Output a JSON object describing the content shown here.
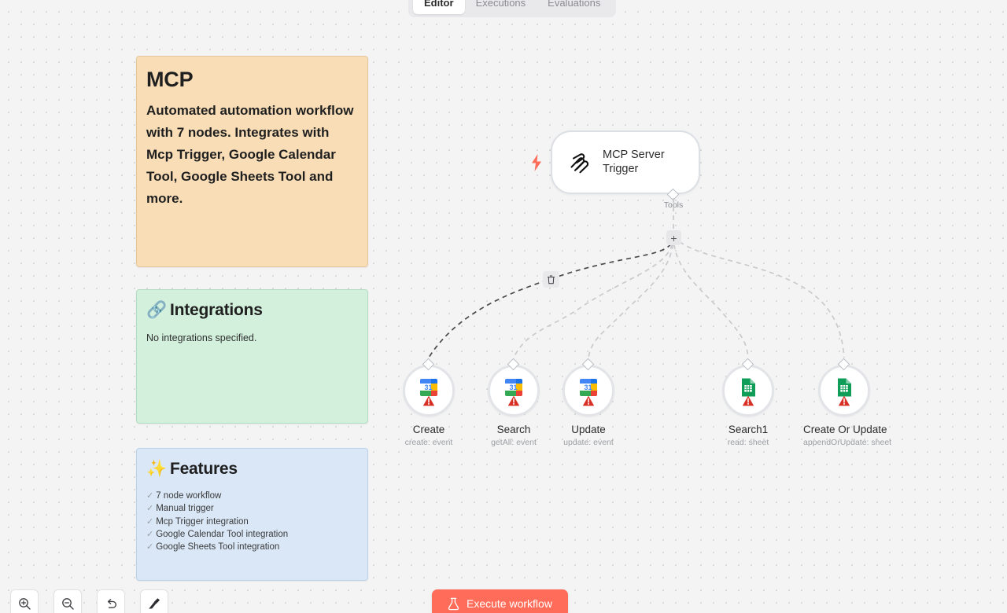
{
  "tabs": [
    {
      "label": "Editor",
      "active": true
    },
    {
      "label": "Executions",
      "active": false
    },
    {
      "label": "Evaluations",
      "active": false
    }
  ],
  "notes": {
    "mcp": {
      "title": "MCP",
      "body": "Automated automation workflow with 7 nodes. Integrates with Mcp Trigger, Google Calendar Tool, Google Sheets Tool and more.",
      "color": "#f8ddb7"
    },
    "integrations": {
      "emoji": "🔗",
      "title": "Integrations",
      "body": "No integrations specified.",
      "color": "#d2f0dc"
    },
    "features": {
      "emoji": "✨",
      "title": "Features",
      "check": "✓",
      "items": [
        "7 node workflow",
        "Manual trigger",
        "Mcp Trigger integration",
        "Google Calendar Tool integration",
        "Google Sheets Tool integration"
      ],
      "color": "#d9e7f7"
    }
  },
  "trigger": {
    "label": "MCP Server Trigger",
    "output_port_label": "Tools"
  },
  "tools": [
    {
      "name": "Create",
      "subtitle": "create: event",
      "icon": "google-calendar-icon",
      "warning": true
    },
    {
      "name": "Search",
      "subtitle": "getAll: event",
      "icon": "google-calendar-icon",
      "warning": true
    },
    {
      "name": "Update",
      "subtitle": "update: event",
      "icon": "google-calendar-icon",
      "warning": true
    },
    {
      "name": "Search1",
      "subtitle": "read: sheet",
      "icon": "google-sheets-icon",
      "warning": true
    },
    {
      "name": "Create Or Update",
      "subtitle": "appendOrUpdate: sheet",
      "icon": "google-sheets-icon",
      "warning": true
    }
  ],
  "canvas_controls": [
    {
      "icon": "zoom-in-icon"
    },
    {
      "icon": "zoom-out-icon"
    },
    {
      "icon": "reset-zoom-icon"
    },
    {
      "icon": "tidy-up-icon"
    }
  ],
  "connection_actions": {
    "add": "+",
    "delete": "delete-connection-icon"
  },
  "execute": {
    "label": "Execute workflow",
    "icon": "flask-icon",
    "color": "#ff6d5a"
  }
}
